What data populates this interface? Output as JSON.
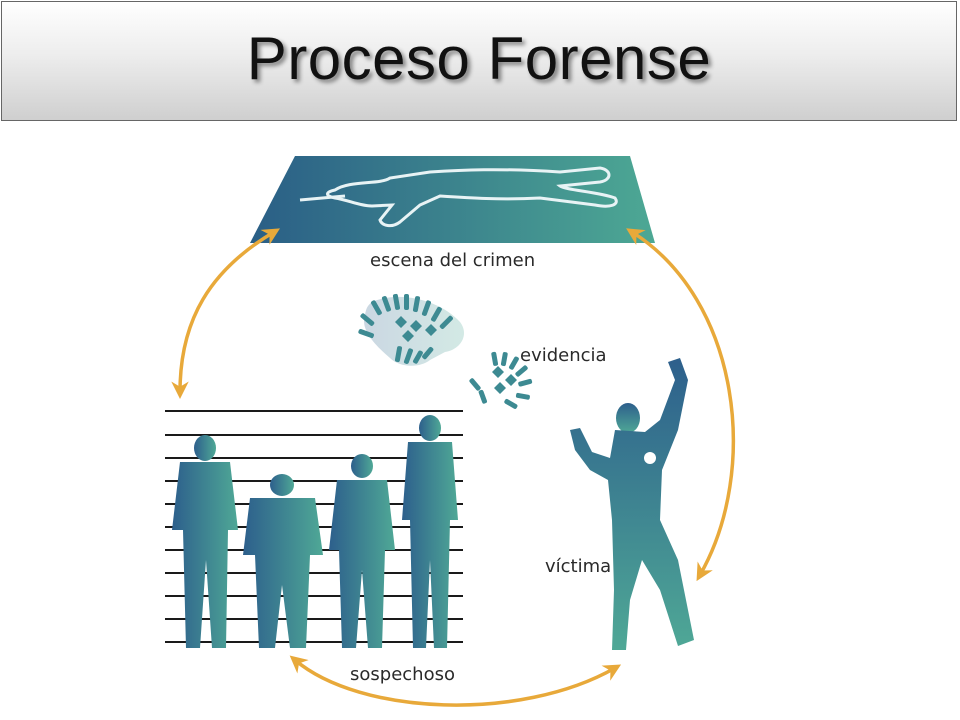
{
  "slide": {
    "title": "Proceso Forense"
  },
  "diagram": {
    "labels": {
      "crime_scene": "escena del crimen",
      "evidence": "evidencia",
      "victim": "víctima",
      "suspect": "sospechoso"
    },
    "colors": {
      "arrow": "#e8a93a",
      "figure_start": "#2d5f8c",
      "figure_end": "#4fa896",
      "lineup_lines": "#1a1a1a"
    }
  }
}
